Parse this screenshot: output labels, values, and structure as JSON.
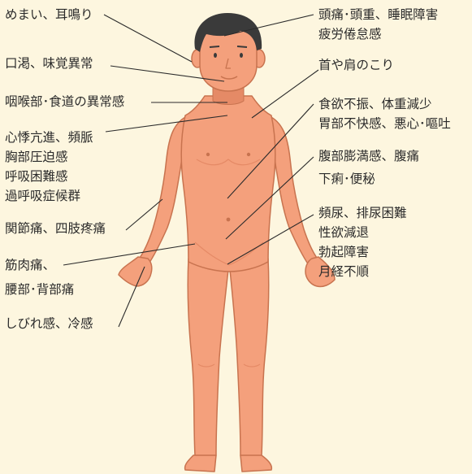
{
  "left_labels": {
    "vertigo": "めまい、耳鳴り",
    "dry_mouth": "口渇、味覚異常",
    "throat": "咽喉部･食道の異常感",
    "palpitation_1": "心悸亢進、頻脈",
    "palpitation_2": "胸部圧迫感",
    "palpitation_3": "呼吸困難感",
    "palpitation_4": "過呼吸症候群",
    "joint_pain": "関節痛、四肢疼痛",
    "muscle_1": "筋肉痛、",
    "muscle_2": "腰部･背部痛",
    "numbness": "しびれ感、冷感"
  },
  "right_labels": {
    "headache_1": "頭痛･頭重、睡眠障害",
    "headache_2": "疲労倦怠感",
    "neck": "首や肩のこり",
    "appetite_1": "食欲不振、体重減少",
    "appetite_2": "胃部不快感、悪心･嘔吐",
    "abdomen_1": "腹部膨満感、腹痛",
    "abdomen_2": "下痢･便秘",
    "urinary_1": "頻尿、排尿困難",
    "urinary_2": "性欲減退",
    "urinary_3": "勃起障害",
    "urinary_4": "月経不順"
  },
  "colors": {
    "background": "#fdf6df",
    "skin": "#f4a07c",
    "skin_shadow": "#e58a66",
    "skin_outline": "#c8734f",
    "hair": "#3a3a3a",
    "leader_line": "#2b2b2b",
    "text": "#2b2b2b"
  }
}
